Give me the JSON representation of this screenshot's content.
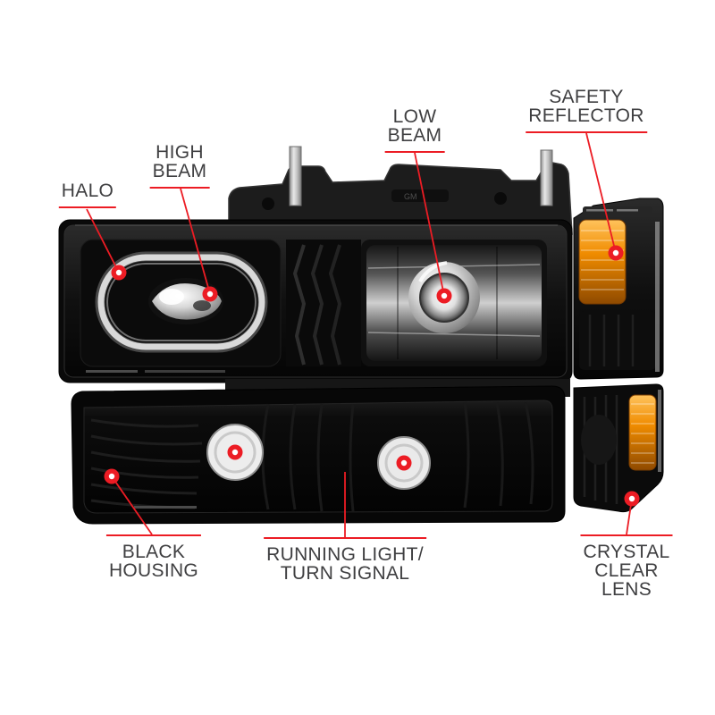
{
  "colors": {
    "accent": "#ec1c24",
    "label_text": "#3f3f41",
    "amber": "#f08c00",
    "background": "#ffffff"
  },
  "annotations": {
    "halo": {
      "label": "HALO"
    },
    "high_beam": {
      "label": "HIGH\nBEAM"
    },
    "low_beam": {
      "label": "LOW\nBEAM"
    },
    "safety_reflector": {
      "label": "SAFETY\nREFLECTOR"
    },
    "black_housing": {
      "label": "BLACK\nHOUSING"
    },
    "running_light": {
      "label": "RUNNING LIGHT/\nTURN SIGNAL"
    },
    "crystal_clear_lens": {
      "label": "CRYSTAL\nCLEAR LENS"
    }
  },
  "markings": {
    "backplate": "GM"
  }
}
